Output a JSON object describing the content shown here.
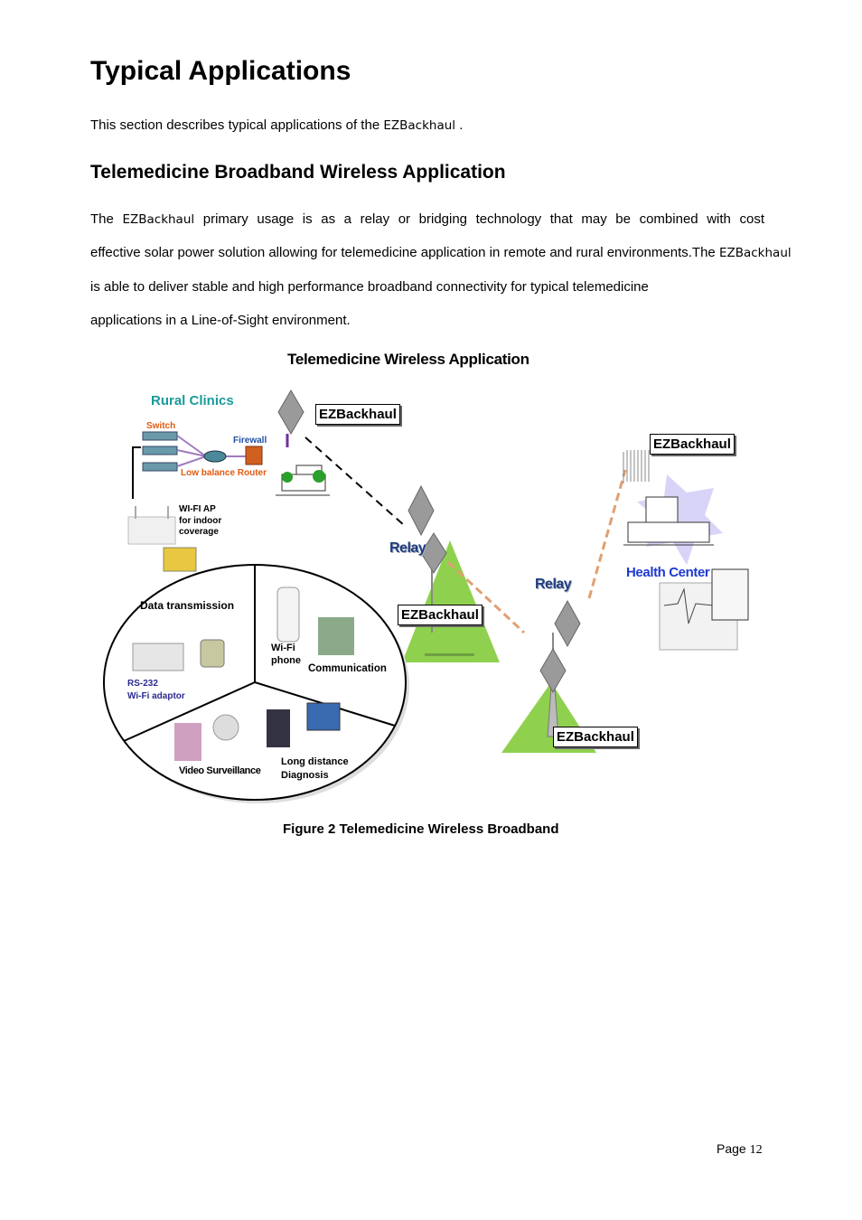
{
  "page": {
    "heading": "Typical Applications",
    "intro": {
      "before": "This section describes typical applications of the ",
      "product": "EZBackhaul",
      "after": "  ."
    },
    "section_title": "Telemedicine Broadband Wireless Application",
    "paragraph": {
      "line1_a": "The ",
      "line1_product": "EZBackhaul",
      "line1_b": "  primary usage is as a relay or bridging technology that may be combined with cost",
      "line2_a": "effective solar power solution allowing for telemedicine application in remote and rural environments.The ",
      "line2_product": "EZBackhaul",
      "line3": "is able to deliver stable and high performance broadband connectivity for typical telemedicine",
      "line4": "applications in a Line-of-Sight environment."
    },
    "caption": "Figure 2 Telemedicine Wireless Broadband",
    "page_label": "Page ",
    "page_number": "12"
  },
  "figure": {
    "title_a": "Telemedicine ",
    "title_b": "Wireless Application",
    "rural_clinics": "Rural Clinics",
    "switch": "Switch",
    "firewall": "Firewall",
    "router": "Low balance Router",
    "wifi_ap": [
      "WI-FI AP",
      "for indoor",
      "coverage"
    ],
    "ezbackhaul_label": "EZBackhaul",
    "relay_label": "Relay",
    "health_center": "Health Center",
    "data_transmission": "Data transmission",
    "rs232": "RS-232",
    "wifi_adaptor": "Wi-Fi adaptor",
    "wifi_phone": [
      "Wi-Fi",
      "phone"
    ],
    "communication": "Communication",
    "video_surveillance": "Video Surveillance",
    "long_distance": [
      "Long distance",
      "Diagnosis"
    ],
    "colors": {
      "rural_clinics": "#1a9a9a",
      "switch_router": "#e05a10",
      "relay": "#1f3f80",
      "health_center": "#1e3ad0",
      "mountain": "#8fd14f",
      "link_dashed": "#e0a070"
    }
  }
}
